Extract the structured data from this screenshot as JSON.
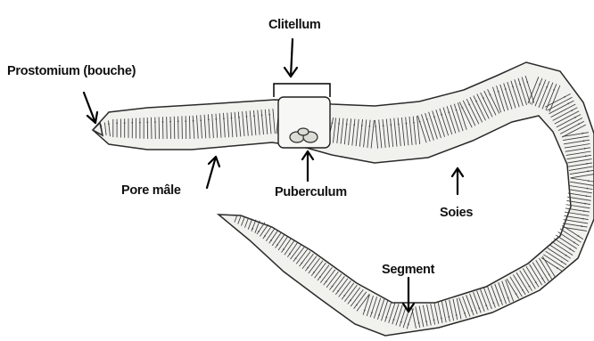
{
  "labels": {
    "clitellum": "Clitellum",
    "prostomium": "Prostomium (bouche)",
    "pore_male": "Pore mâle",
    "puberculum": "Puberculum",
    "soies": "Soies",
    "segment": "Segment"
  }
}
